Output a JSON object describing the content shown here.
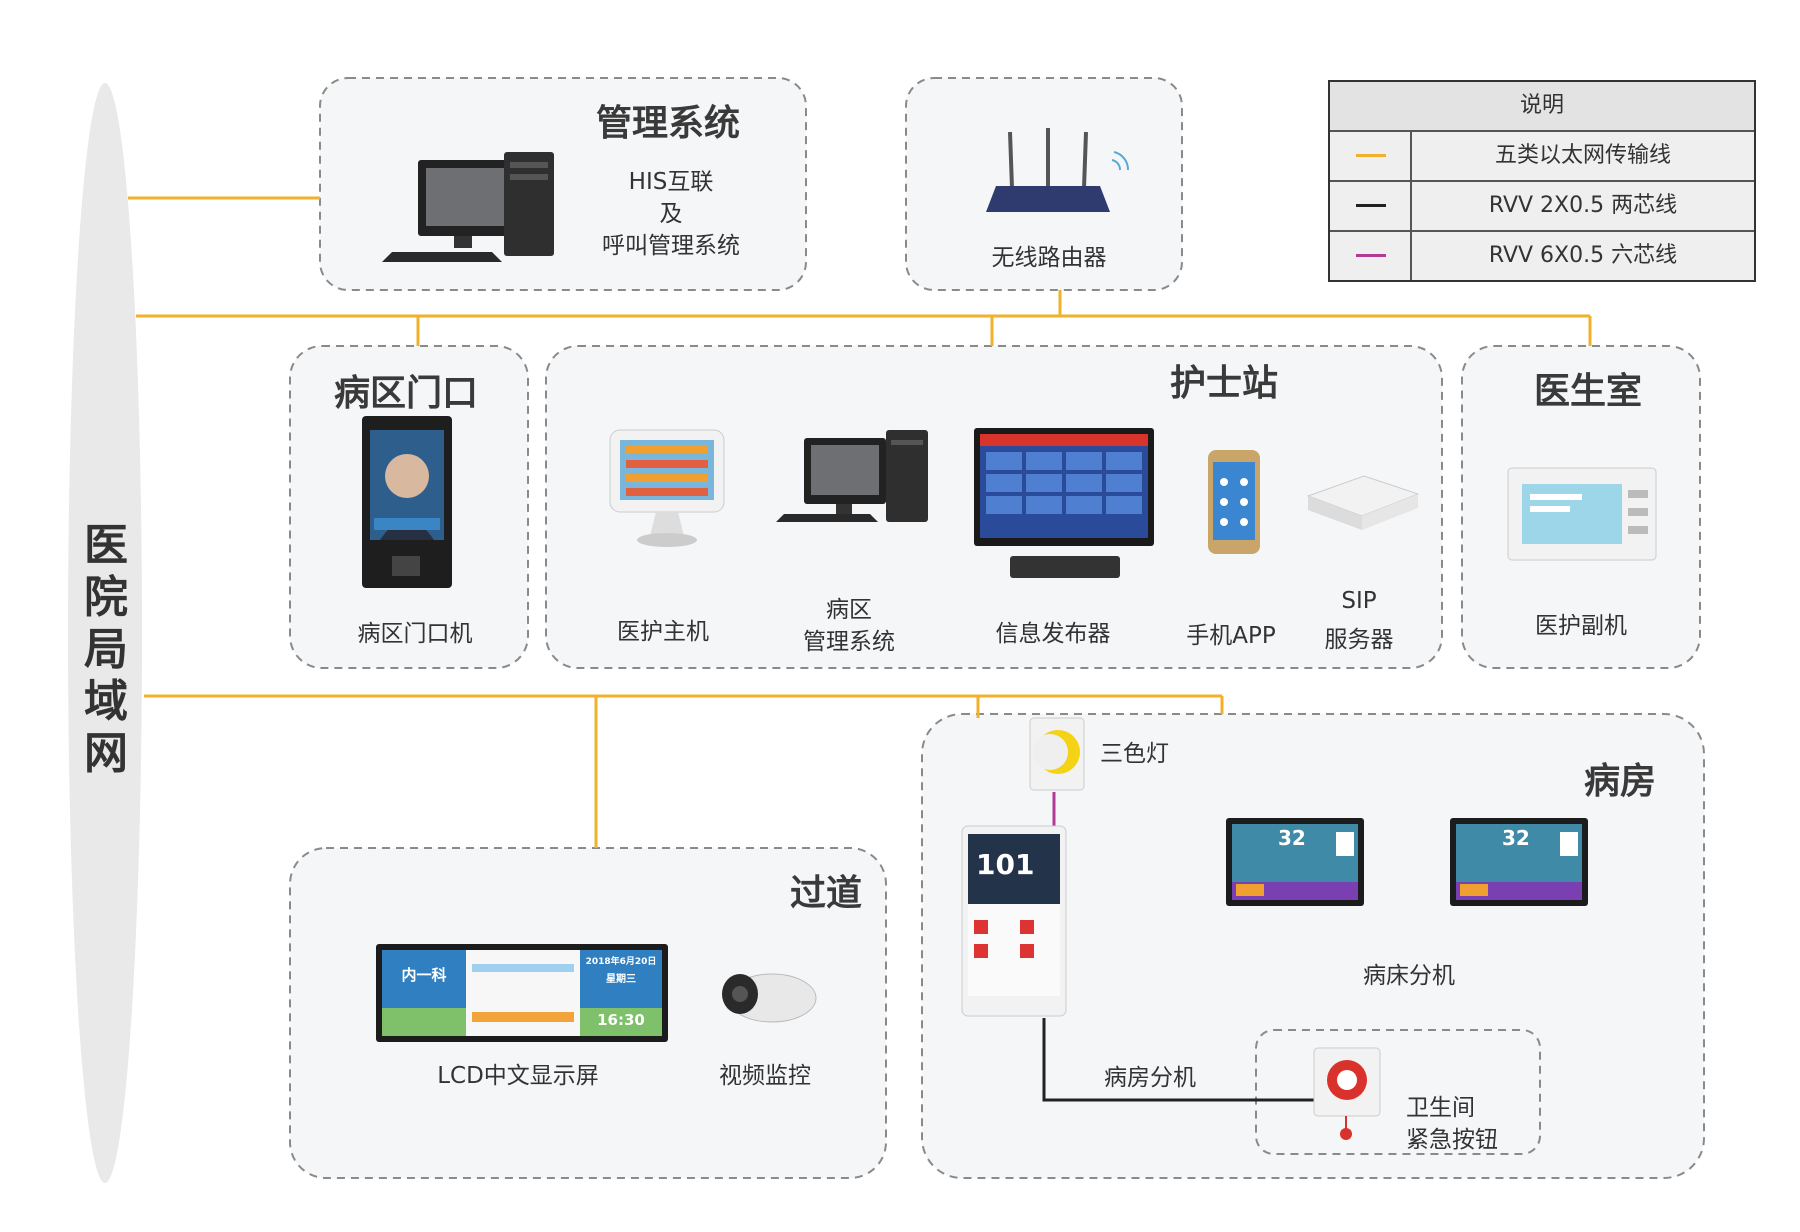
{
  "backbone_label": "医院局域网",
  "sections": {
    "management": {
      "title": "管理系统",
      "desc": [
        "HIS互联",
        "及",
        "呼叫管理系统"
      ]
    },
    "router": {
      "label": "无线路由器"
    },
    "ward_entrance": {
      "title": "病区门口",
      "device_label": "病区门口机"
    },
    "nurse_station": {
      "title": "护士站",
      "devices": [
        {
          "label": "医护主机"
        },
        {
          "label_lines": [
            "病区",
            "管理系统"
          ]
        },
        {
          "label": "信息发布器"
        },
        {
          "label": "手机APP"
        },
        {
          "label_lines": [
            "SIP",
            "服务器"
          ]
        }
      ]
    },
    "doctor_room": {
      "title": "医生室",
      "device_label": "医护副机"
    },
    "corridor": {
      "title": "过道",
      "lcd_label": "LCD中文显示屏",
      "camera_label": "视频监控"
    },
    "ward": {
      "title": "病房",
      "light_label": "三色灯",
      "bedside_label": "病床分机",
      "room_unit_label": "病房分机",
      "bathroom_label": [
        "卫生间",
        "紧急按钮"
      ]
    }
  },
  "screens": {
    "lcd": {
      "dept": "内一科",
      "date": "2018年6月20日",
      "weekday": "星期三",
      "time": "16:30"
    },
    "room_unit": {
      "room": "101"
    },
    "bed_unit": {
      "value": "32"
    }
  },
  "legend": {
    "title": "说明",
    "items": [
      {
        "color": "#f2b12b",
        "label": "五类以太网传输线"
      },
      {
        "color": "#222222",
        "label": "RVV 2X0.5 两芯线"
      },
      {
        "color": "#b03a95",
        "label": "RVV 6X0.5 六芯线"
      }
    ]
  },
  "colors": {
    "ethernet": "#f2b12b",
    "two_core": "#222222",
    "six_core": "#b03a95",
    "box_border": "#8a8a8a",
    "box_fill": "#f4f6f8",
    "backbone": "#e9e9ea"
  }
}
